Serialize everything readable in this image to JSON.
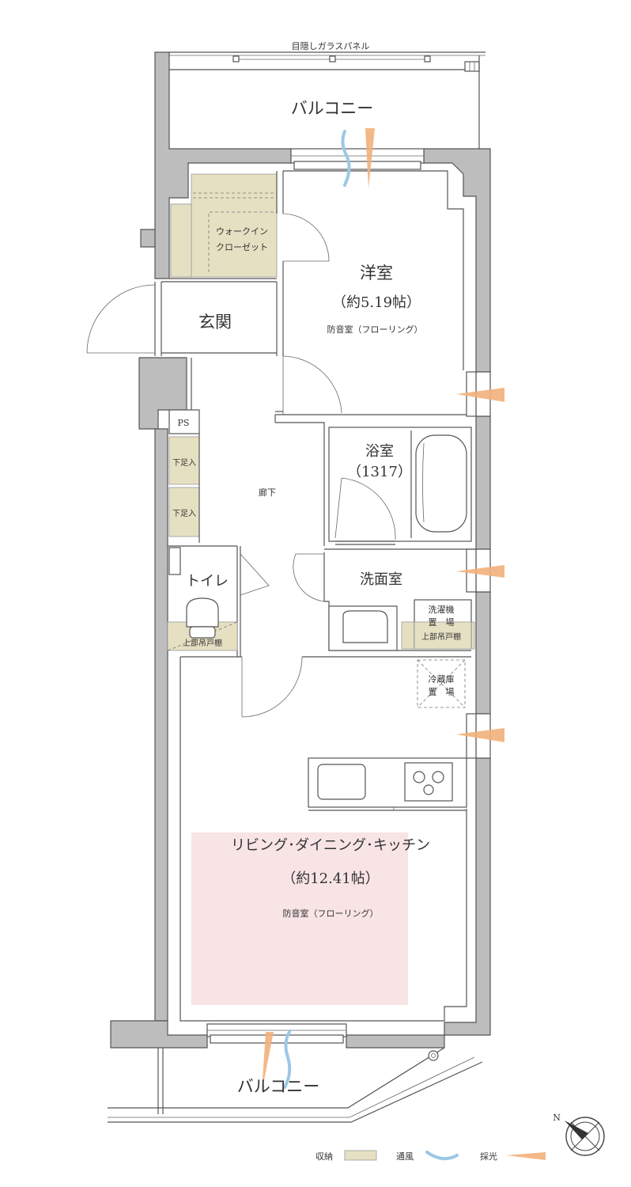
{
  "labels": {
    "glass_panel": "目隠しガラスパネル",
    "balcony_top": "バルコニー",
    "walkin_line1": "ウォークイン",
    "walkin_line2": "クローゼット",
    "western_room": "洋室",
    "western_area": "（約5.19帖）",
    "western_floor": "防音室（フローリング）",
    "entrance": "玄関",
    "ps": "PS",
    "shoe1": "下足入",
    "shoe2": "下足入",
    "corridor": "廊下",
    "bath": "浴室",
    "bath_size": "（1317）",
    "washroom": "洗面室",
    "washer_line1": "洗濯機",
    "washer_line2": "置　場",
    "upper_cabinet_right": "上部吊戸棚",
    "toilet": "トイレ",
    "upper_cabinet_left": "上部吊戸棚",
    "fridge_line1": "冷蔵庫",
    "fridge_line2": "置　場",
    "ldk": "リビング･ダイニング･キッチン",
    "ldk_area": "（約12.41帖）",
    "ldk_floor": "防音室（フローリング）",
    "balcony_bottom": "バルコニー",
    "compass_letter": "N"
  },
  "legend": {
    "storage": "収納",
    "ventilation": "通風",
    "lighting": "採光"
  },
  "colors": {
    "storage": "#e6e0c3",
    "ventilation": "#9cc8e6",
    "lighting": "#f2b07a",
    "ldk_highlight": "#f8e3e5",
    "wall": "#bdbdbd"
  }
}
